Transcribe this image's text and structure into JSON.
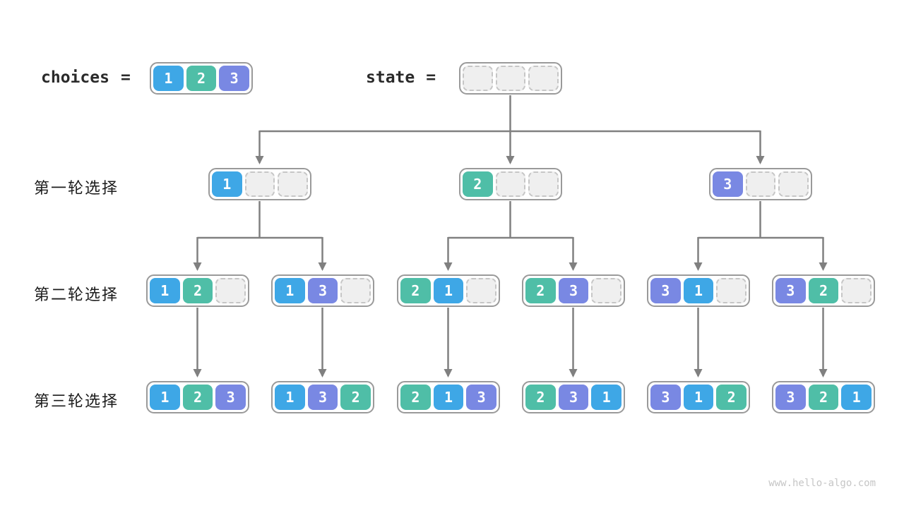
{
  "page": {
    "watermark": "www.hello-algo.com"
  },
  "palette": {
    "1": "#3ea7e6",
    "2": "#4fbea7",
    "3": "#7988e3",
    "line": "#808080",
    "tray_border": "#9a9a9a",
    "empty_fill": "#efefef",
    "empty_border": "#c6c6c6"
  },
  "header": {
    "choices": {
      "label": "choices",
      "eq": "=",
      "cells": [
        "1",
        "2",
        "3"
      ]
    },
    "state": {
      "label": "state",
      "eq": "=",
      "cells": [
        "",
        "",
        ""
      ]
    }
  },
  "rows": [
    {
      "label": "第一轮选择",
      "boxes": [
        [
          "1",
          "",
          ""
        ],
        [
          "2",
          "",
          ""
        ],
        [
          "3",
          "",
          ""
        ]
      ]
    },
    {
      "label": "第二轮选择",
      "boxes": [
        [
          "1",
          "2",
          ""
        ],
        [
          "1",
          "3",
          ""
        ],
        [
          "2",
          "1",
          ""
        ],
        [
          "2",
          "3",
          ""
        ],
        [
          "3",
          "1",
          ""
        ],
        [
          "3",
          "2",
          ""
        ]
      ]
    },
    {
      "label": "第三轮选择",
      "boxes": [
        [
          "1",
          "2",
          "3"
        ],
        [
          "1",
          "3",
          "2"
        ],
        [
          "2",
          "1",
          "3"
        ],
        [
          "2",
          "3",
          "1"
        ],
        [
          "3",
          "1",
          "2"
        ],
        [
          "3",
          "2",
          "1"
        ]
      ]
    }
  ]
}
